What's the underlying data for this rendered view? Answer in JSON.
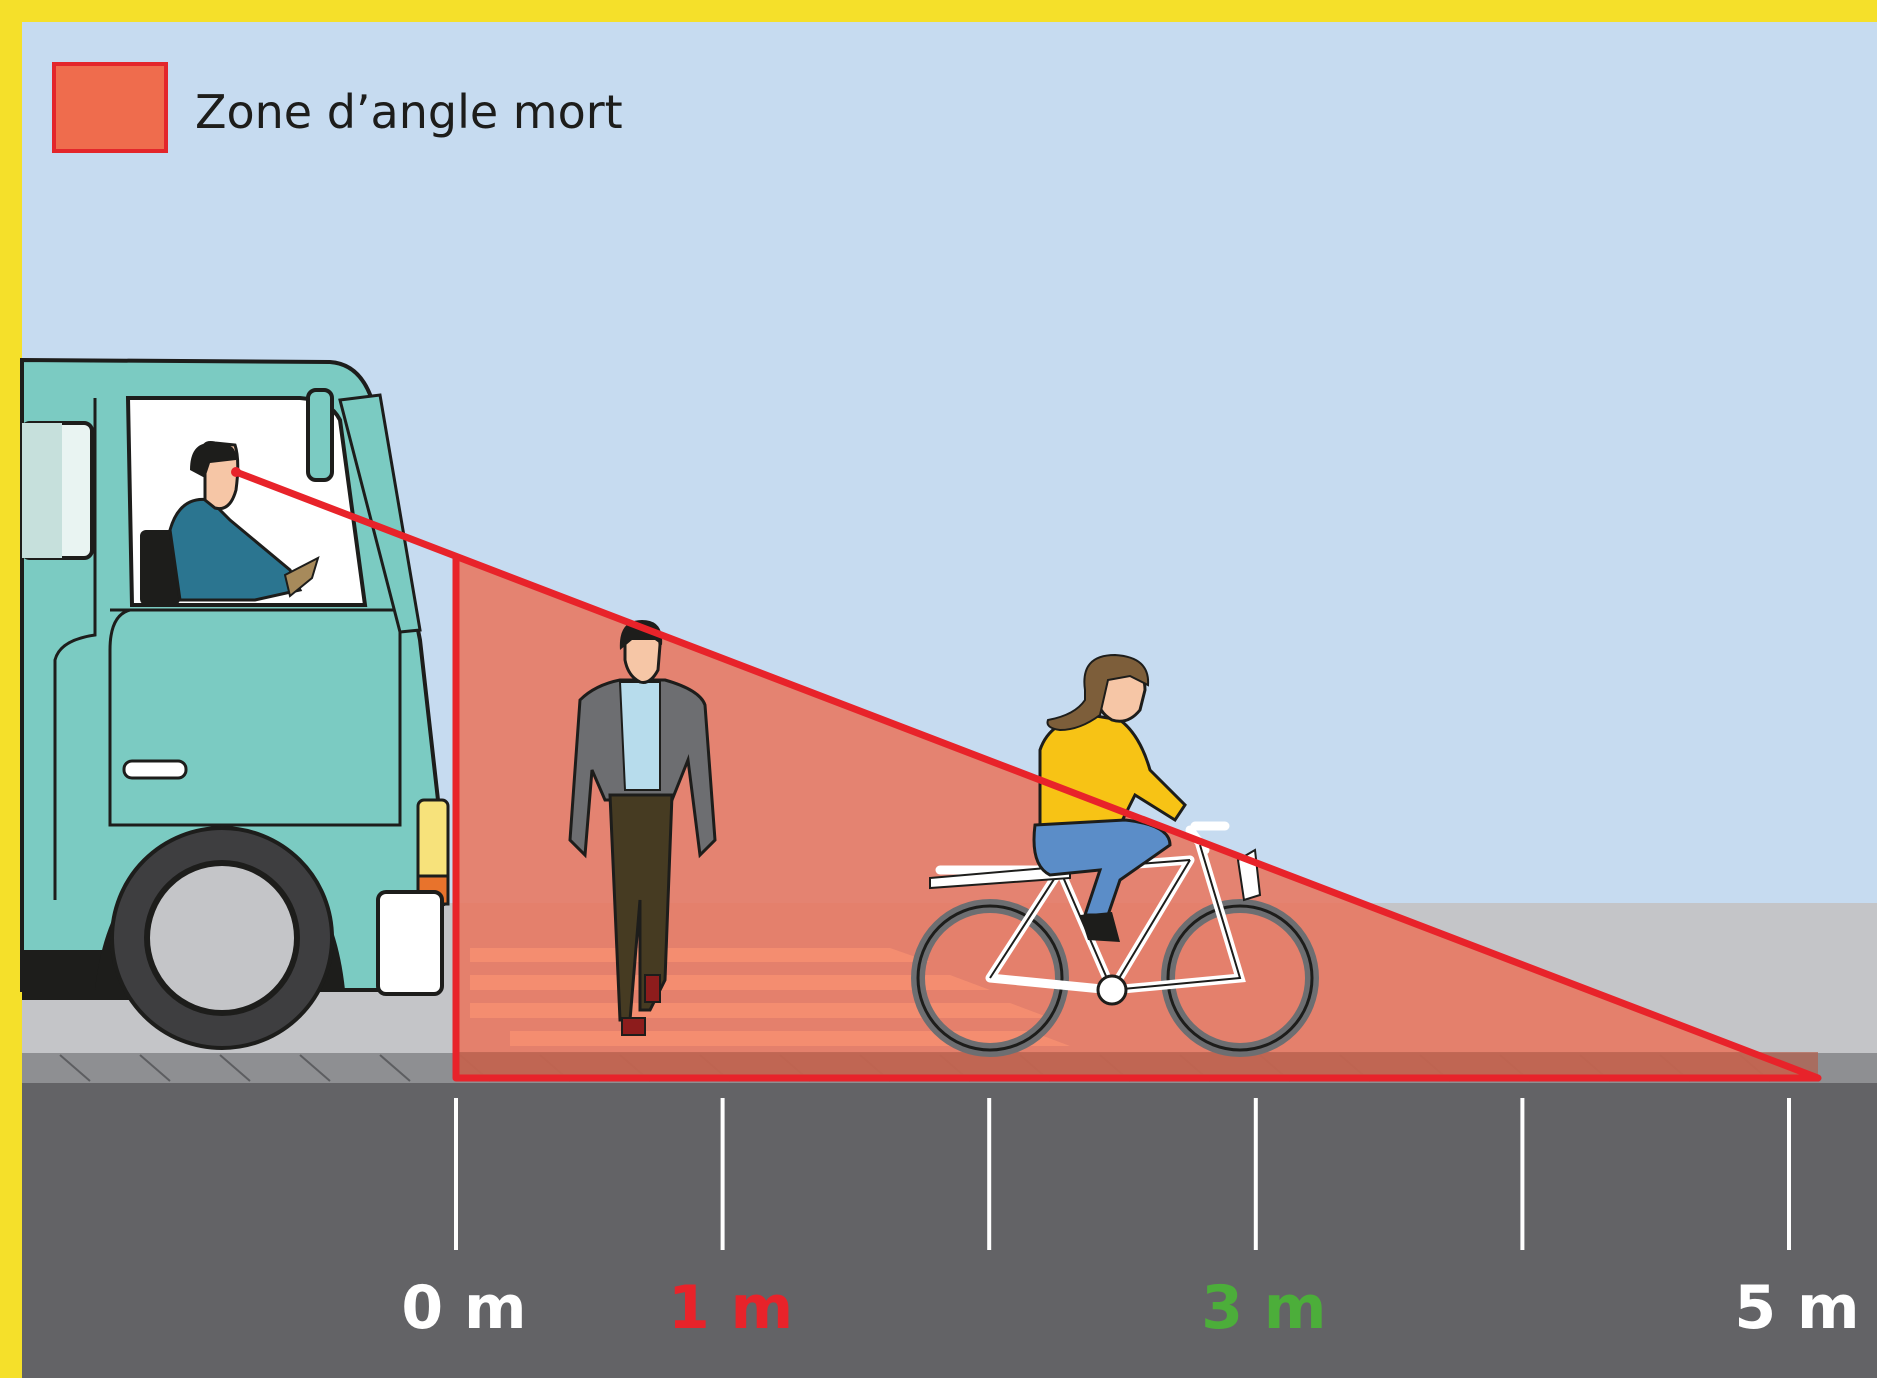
{
  "legend": {
    "label": "Zone d’angle mort",
    "swatch_fill": "#ef6c4d",
    "swatch_border": "#e3262b"
  },
  "scale": {
    "ticks": [
      {
        "value": 0,
        "label": "0 m",
        "color": "#ffffff"
      },
      {
        "value": 1,
        "label": "1 m",
        "color": "#e8232a"
      },
      {
        "value": 2,
        "label": "",
        "color": "#ffffff"
      },
      {
        "value": 3,
        "label": "3 m",
        "color": "#4cae3a"
      },
      {
        "value": 4,
        "label": "",
        "color": "#ffffff"
      },
      {
        "value": 5,
        "label": "5 m",
        "color": "#ffffff"
      }
    ]
  },
  "colors": {
    "frame": "#f5e02a",
    "sky": "#c6dbf0",
    "road": "#636366",
    "sidewalk": "#c4c5c8",
    "truck": "#7bcbc2",
    "zone_fill": "#e8765e",
    "zone_line": "#e8232a"
  },
  "icons": [
    "truck-icon",
    "driver-icon",
    "pedestrian-icon",
    "cyclist-icon",
    "bicycle-icon"
  ]
}
